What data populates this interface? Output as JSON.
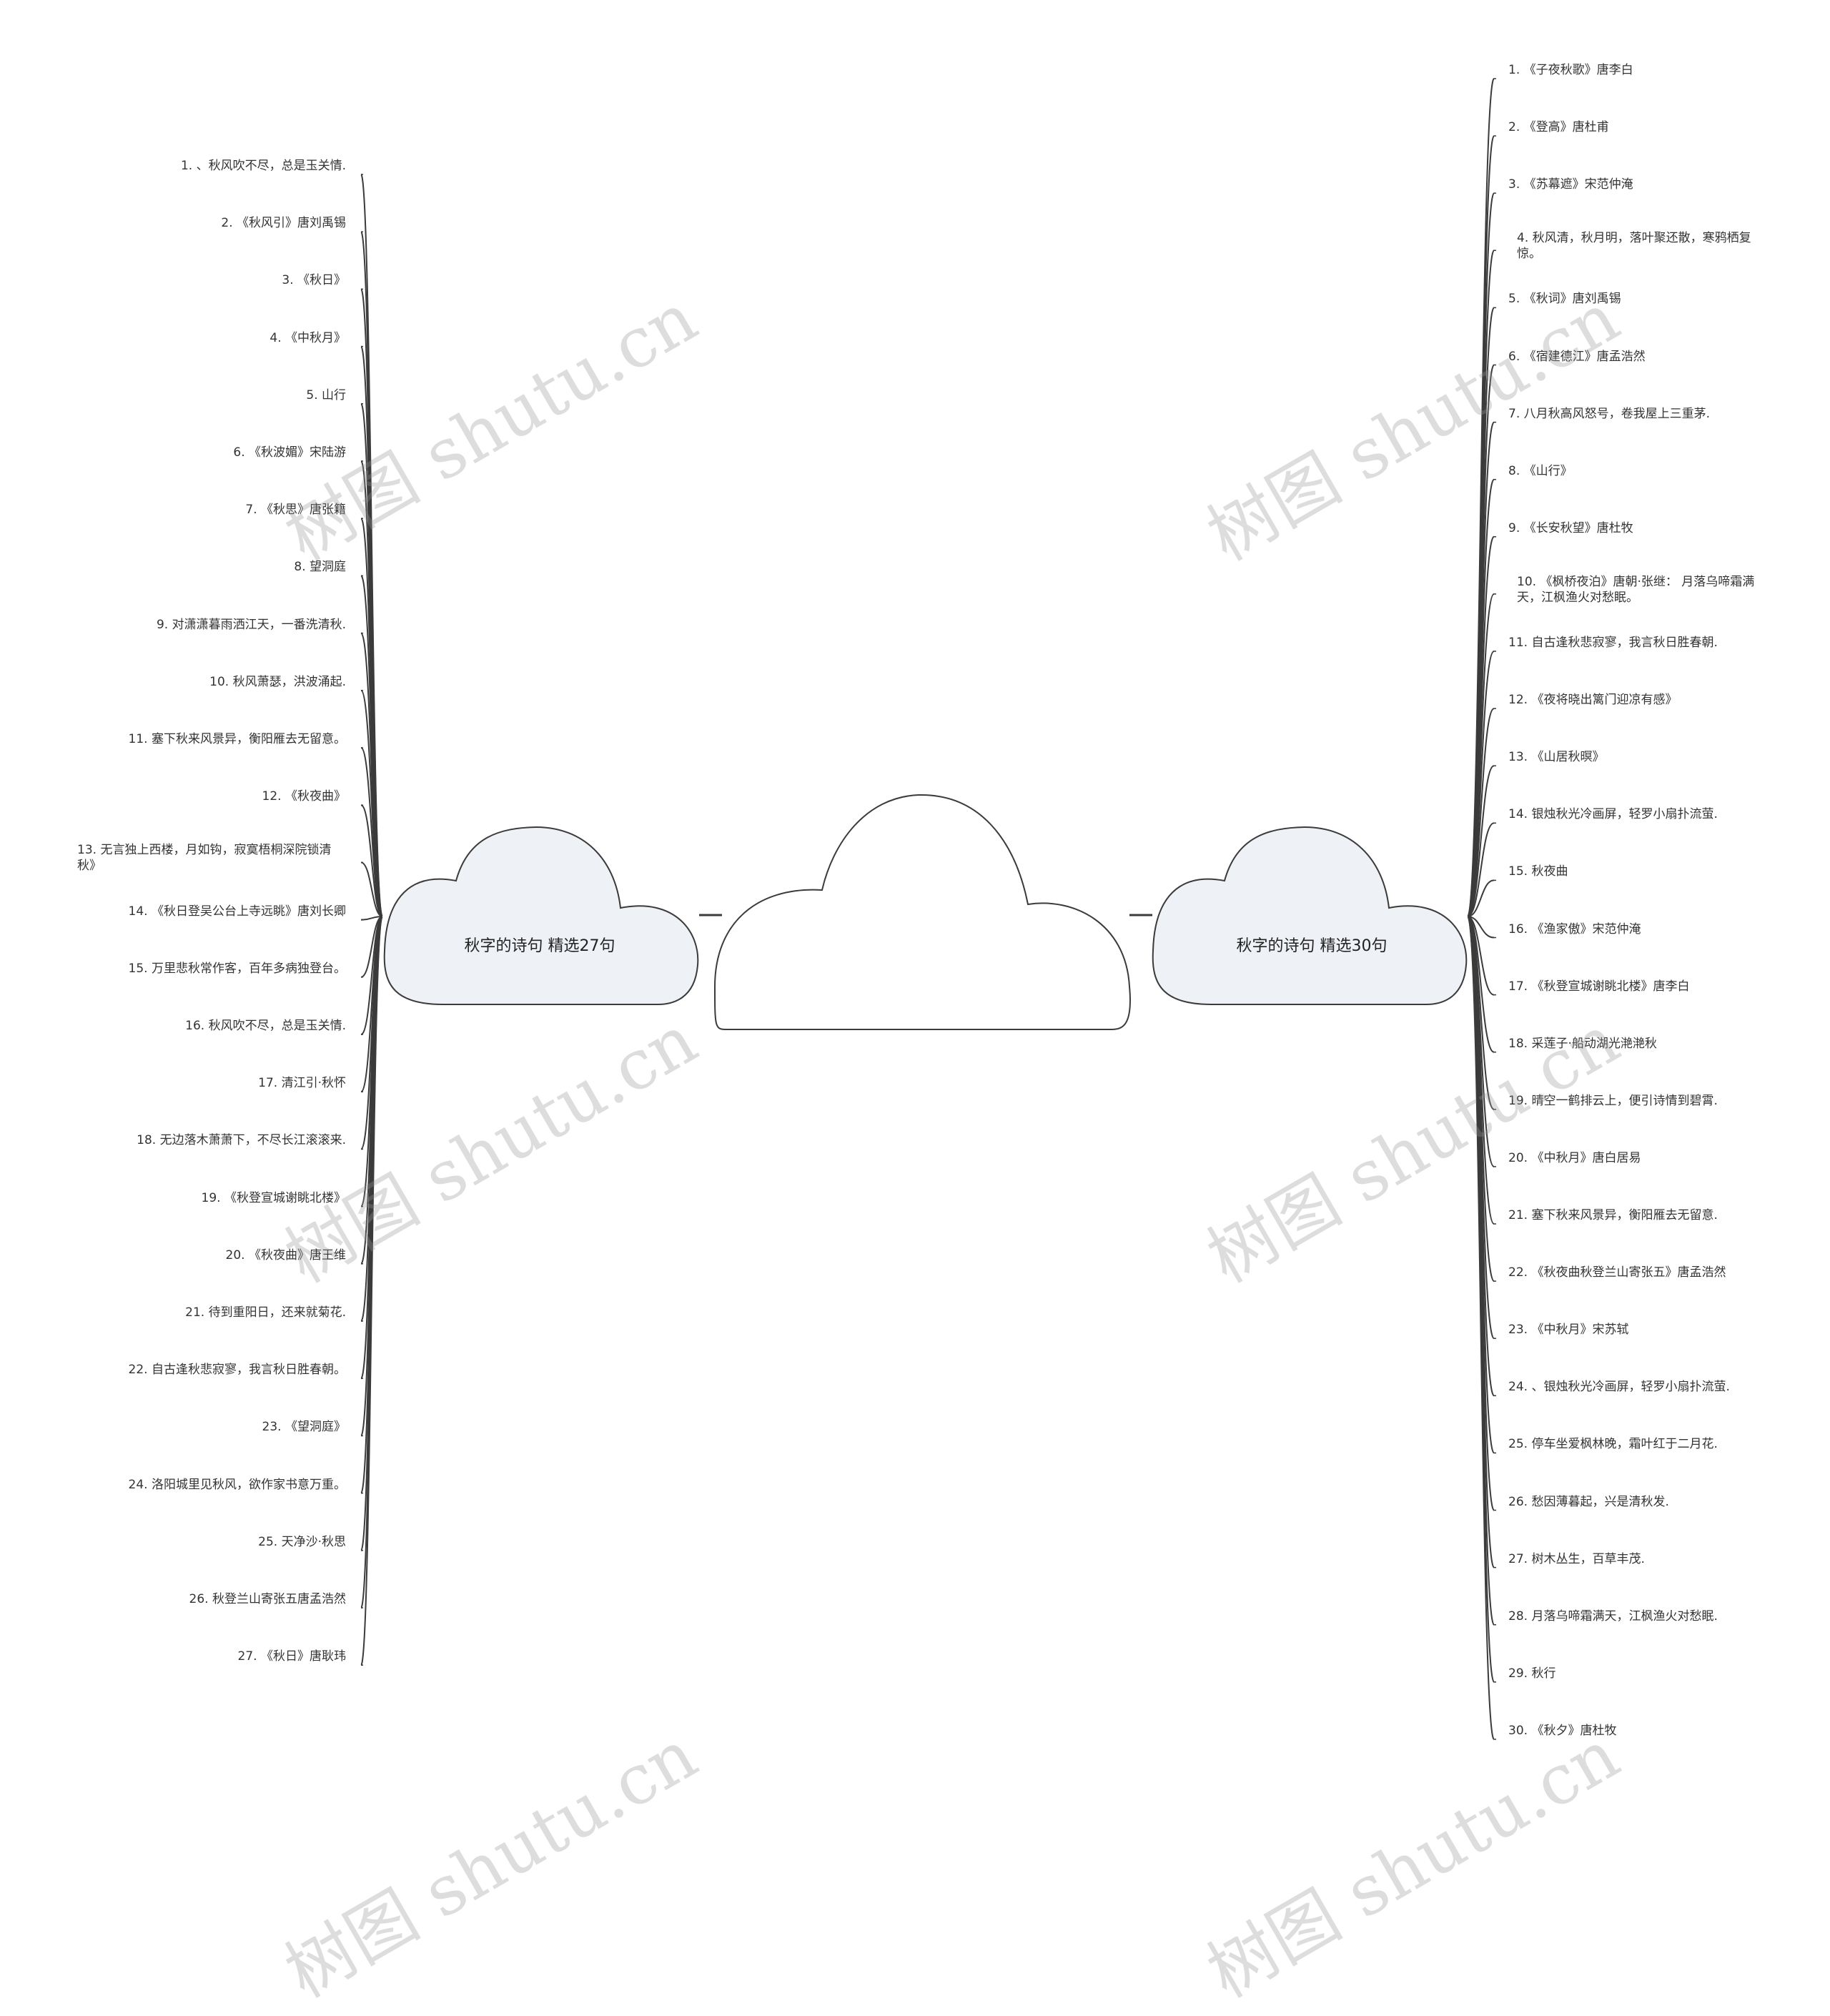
{
  "colors": {
    "line": "#3b3b3b",
    "node_fill": "#eef1f5",
    "node_stroke": "#3b3b3b",
    "center_fill": "#ffffff",
    "text": "#333333"
  },
  "root": {
    "label": ""
  },
  "branches": [
    {
      "side": "left",
      "label": "秋字的诗句 精选27句",
      "items": [
        "1. 、秋风吹不尽，总是玉关情.",
        "2. 《秋风引》唐刘禹锡",
        "3. 《秋日》",
        "4. 《中秋月》",
        "5. 山行",
        "6. 《秋波媚》宋陆游",
        "7. 《秋思》唐张籍",
        "8. 望洞庭",
        "9. 对潇潇暮雨洒江天，一番洗清秋.",
        "10. 秋风萧瑟，洪波涌起.",
        "11. 塞下秋来风景异，衡阳雁去无留意。",
        "12. 《秋夜曲》",
        "13. 无言独上西楼，月如钩，寂寞梧桐深院锁清秋》",
        "14. 《秋日登吴公台上寺远眺》唐刘长卿",
        "15. 万里悲秋常作客，百年多病独登台。",
        "16. 秋风吹不尽，总是玉关情.",
        "17. 清江引·秋怀",
        "18. 无边落木萧萧下，不尽长江滚滚来.",
        "19. 《秋登宣城谢眺北楼》",
        "20. 《秋夜曲》唐王维",
        "21. 待到重阳日，还来就菊花.",
        "22. 自古逢秋悲寂寥，我言秋日胜春朝。",
        "23. 《望洞庭》",
        "24. 洛阳城里见秋风，欲作家书意万重。",
        "25. 天净沙·秋思",
        "26. 秋登兰山寄张五唐孟浩然",
        "27. 《秋日》唐耿玮"
      ]
    },
    {
      "side": "right",
      "label": "秋字的诗句 精选30句",
      "items": [
        "1. 《子夜秋歌》唐李白",
        "2. 《登高》唐杜甫",
        "3. 《苏幕遮》宋范仲淹",
        "4. 秋风清，秋月明，落叶聚还散，寒鸦栖复惊。",
        "5. 《秋词》唐刘禹锡",
        "6. 《宿建德江》唐孟浩然",
        "7. 八月秋高风怒号，卷我屋上三重茅.",
        "8. 《山行》",
        "9. 《长安秋望》唐杜牧",
        "10. 《枫桥夜泊》唐朝·张继： 月落乌啼霜满天，江枫渔火对愁眠。",
        "11. 自古逢秋悲寂寥，我言秋日胜春朝.",
        "12. 《夜将晓出篱门迎凉有感》",
        "13. 《山居秋暝》",
        "14. 银烛秋光冷画屏，轻罗小扇扑流萤.",
        "15. 秋夜曲",
        "16. 《渔家傲》宋范仲淹",
        "17. 《秋登宣城谢眺北楼》唐李白",
        "18. 采莲子·船动湖光滟滟秋",
        "19. 晴空一鹤排云上，便引诗情到碧霄.",
        "20. 《中秋月》唐白居易",
        "21. 塞下秋来风景异，衡阳雁去无留意.",
        "22. 《秋夜曲秋登兰山寄张五》唐孟浩然",
        "23. 《中秋月》宋苏轼",
        "24. 、银烛秋光冷画屏，轻罗小扇扑流萤.",
        "25. 停车坐爱枫林晚，霜叶红于二月花.",
        "26. 愁因薄暮起，兴是清秋发.",
        "27. 树木丛生，百草丰茂.",
        "28. 月落乌啼霜满天，江枫渔火对愁眠.",
        "29. 秋行",
        "30. 《秋夕》唐杜牧"
      ]
    }
  ],
  "watermark": {
    "text": "树图 shutu.cn"
  }
}
